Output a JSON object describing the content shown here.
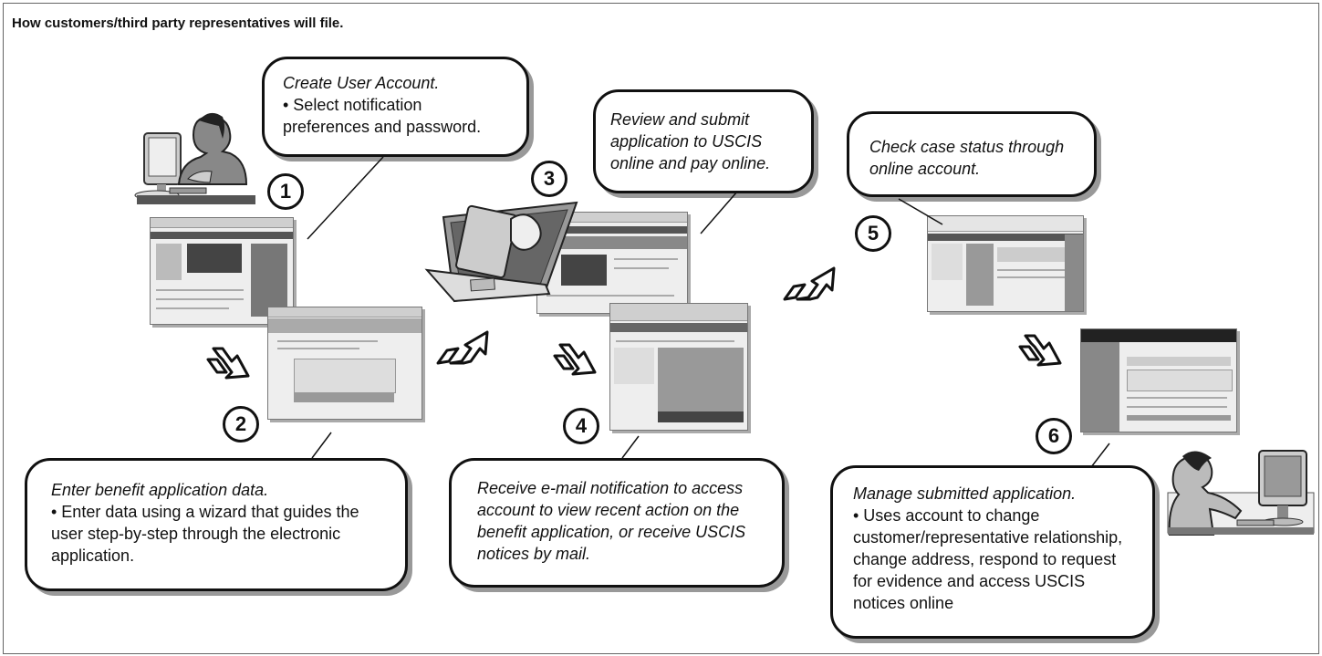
{
  "title": "How customers/third party representatives will file.",
  "steps": {
    "s1": {
      "number": "1",
      "heading": "Create User Account.",
      "body": "• Select notification preferences and password."
    },
    "s2": {
      "number": "2",
      "heading": "Enter benefit application data.",
      "body": "• Enter data using a wizard that guides the user step-by-step through the electronic application."
    },
    "s3": {
      "number": "3",
      "heading": "Review and submit application to USCIS online and pay online."
    },
    "s4": {
      "number": "4",
      "heading": "Receive e-mail notification to access account to view recent action on the benefit application, or receive USCIS notices by mail."
    },
    "s5": {
      "number": "5",
      "heading": "Check case status through online account."
    },
    "s6": {
      "number": "6",
      "heading": "Manage submitted application.",
      "body": "• Uses account to change customer/representative relationship, change address, respond to request for evidence and access USCIS notices online"
    }
  },
  "icons": [
    "woman-at-computer-icon",
    "laptop-credit-card-icon",
    "man-at-computer-icon",
    "arrow-icon"
  ]
}
